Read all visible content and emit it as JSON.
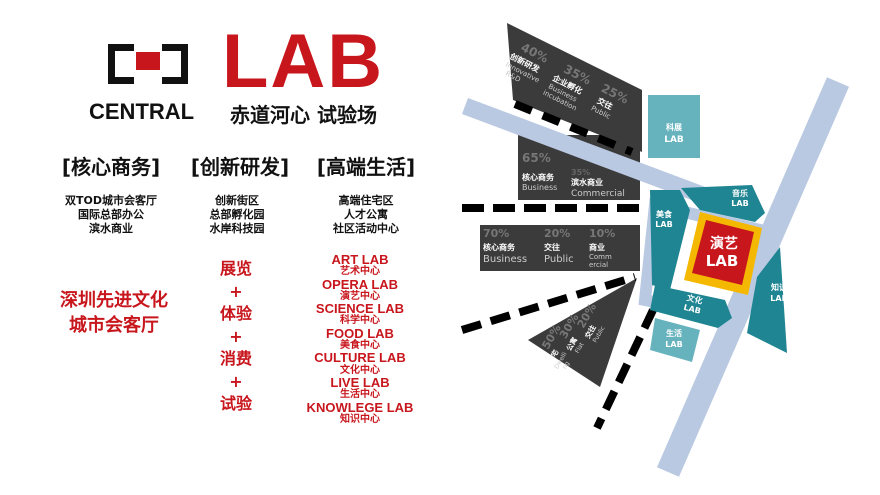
{
  "logo": {
    "lab": "LAB",
    "central": "CENTRAL",
    "slogan": "赤道河心 试验场"
  },
  "columns": [
    {
      "header": "[核心商务]",
      "lines": [
        "双TOD城市会客厅",
        "国际总部办公",
        "滨水商业"
      ]
    },
    {
      "header": "[创新研发]",
      "lines": [
        "创新街区",
        "总部孵化园",
        "水岸科技园"
      ]
    },
    {
      "header": "[高端生活]",
      "lines": [
        "高端住宅区",
        "人才公寓",
        "社区活动中心"
      ]
    }
  ],
  "vision": [
    "深圳先进文化",
    "城市会客厅"
  ],
  "formula": [
    "展览",
    "+",
    "体验",
    "+",
    "消费",
    "+",
    "试验"
  ],
  "labs": [
    {
      "en": "ART LAB",
      "cn": "艺术中心"
    },
    {
      "en": "OPERA LAB",
      "cn": "演艺中心"
    },
    {
      "en": "SCIENCE LAB",
      "cn": "科学中心"
    },
    {
      "en": "FOOD LAB",
      "cn": "美食中心"
    },
    {
      "en": "CULTURE LAB",
      "cn": "文化中心"
    },
    {
      "en": "LIVE  LAB",
      "cn": "生活中心"
    },
    {
      "en": "KNOWLEGE  LAB",
      "cn": "知识中心"
    }
  ],
  "map": {
    "panel_rd": [
      {
        "pct": "40%",
        "cn": "创新研发",
        "en1": "Innovative",
        "en2": "R&D"
      },
      {
        "pct": "35%",
        "cn": "企业孵化",
        "en1": "Business",
        "en2": "incubation"
      },
      {
        "pct": "25%",
        "cn": "交往",
        "en1": "Public",
        "en2": ""
      }
    ],
    "panel_waterfront": [
      {
        "pct": "65%",
        "cn": "核心商务",
        "en": "Business"
      },
      {
        "pct": "35%",
        "cn": "滨水商业",
        "en": "Commercial"
      }
    ],
    "panel_business": [
      {
        "pct": "70%",
        "cn": "核心商务",
        "en": "Business"
      },
      {
        "pct": "20%",
        "cn": "交往",
        "en": "Public"
      },
      {
        "pct": "10%",
        "cn": "商业",
        "en1": "Comm",
        "en2": "ercial"
      }
    ],
    "panel_living": [
      {
        "pct": "50%",
        "cn": "住宅",
        "en1": "Dwelli",
        "en2": "ng"
      },
      {
        "pct": "30%",
        "cn": "公寓",
        "en1": "Flat",
        "en2": ""
      },
      {
        "pct": "20%",
        "cn": "交往",
        "en1": "Public",
        "en2": ""
      }
    ],
    "blocks": {
      "science": {
        "cn": "科展",
        "en": "LAB"
      },
      "music": {
        "cn": "音乐",
        "en": "LAB"
      },
      "food": {
        "cn": "美食",
        "en": "LAB"
      },
      "opera": {
        "cn": "演艺",
        "en": "LAB"
      },
      "knowledge": {
        "cn": "知识",
        "en": "LAB"
      },
      "culture": {
        "cn": "文化",
        "en": "LAB"
      },
      "live": {
        "cn": "生活",
        "en": "LAB"
      }
    },
    "colors": {
      "panel": "#3b3b3b",
      "teal": "#1f8593",
      "light_teal": "#66b3be",
      "road": "#b9c9e2",
      "accent_red": "#c8161d",
      "accent_yellow": "#f5b800"
    }
  }
}
